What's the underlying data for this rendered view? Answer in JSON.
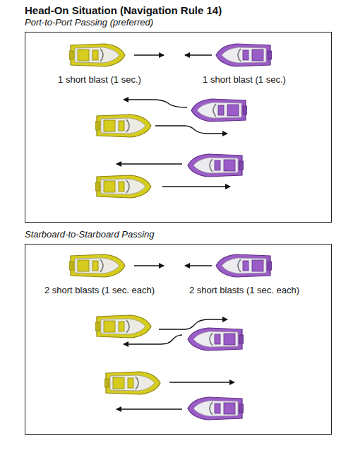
{
  "diagram": {
    "title": "Head-On Situation (Navigation Rule 14)",
    "nodes": [
      {
        "text": [
          "Port-to-Port Passing (preferred)",
          "1 short blast (1 sec.)",
          "1 short blast (1 sec.)"
        ]
      },
      {
        "text": [
          "Starboard-to-Starboard Passing",
          "2 short blasts (1 sec. each)",
          "2 short blasts (1 sec. each)"
        ]
      }
    ]
  }
}
